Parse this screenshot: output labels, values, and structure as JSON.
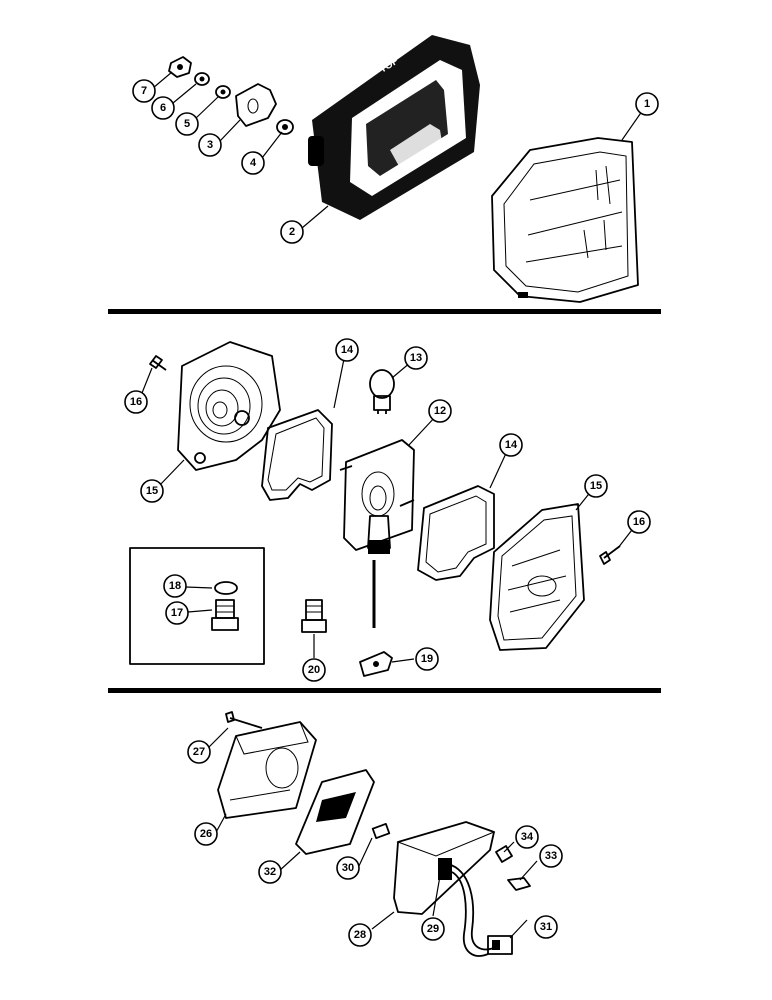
{
  "diagram": {
    "housing_text": "TOP",
    "callouts": [
      {
        "id": "c1",
        "label": "1"
      },
      {
        "id": "c2",
        "label": "2"
      },
      {
        "id": "c3",
        "label": "3"
      },
      {
        "id": "c4",
        "label": "4"
      },
      {
        "id": "c5",
        "label": "5"
      },
      {
        "id": "c6",
        "label": "6"
      },
      {
        "id": "c7",
        "label": "7"
      },
      {
        "id": "c12",
        "label": "12"
      },
      {
        "id": "c13",
        "label": "13"
      },
      {
        "id": "c14a",
        "label": "14"
      },
      {
        "id": "c14b",
        "label": "14"
      },
      {
        "id": "c15a",
        "label": "15"
      },
      {
        "id": "c15b",
        "label": "15"
      },
      {
        "id": "c16a",
        "label": "16"
      },
      {
        "id": "c16b",
        "label": "16"
      },
      {
        "id": "c17",
        "label": "17"
      },
      {
        "id": "c18",
        "label": "18"
      },
      {
        "id": "c19",
        "label": "19"
      },
      {
        "id": "c20",
        "label": "20"
      },
      {
        "id": "c26",
        "label": "26"
      },
      {
        "id": "c27",
        "label": "27"
      },
      {
        "id": "c28",
        "label": "28"
      },
      {
        "id": "c29",
        "label": "29"
      },
      {
        "id": "c30",
        "label": "30"
      },
      {
        "id": "c31",
        "label": "31"
      },
      {
        "id": "c32",
        "label": "32"
      },
      {
        "id": "c33",
        "label": "33"
      },
      {
        "id": "c34",
        "label": "34"
      }
    ]
  }
}
